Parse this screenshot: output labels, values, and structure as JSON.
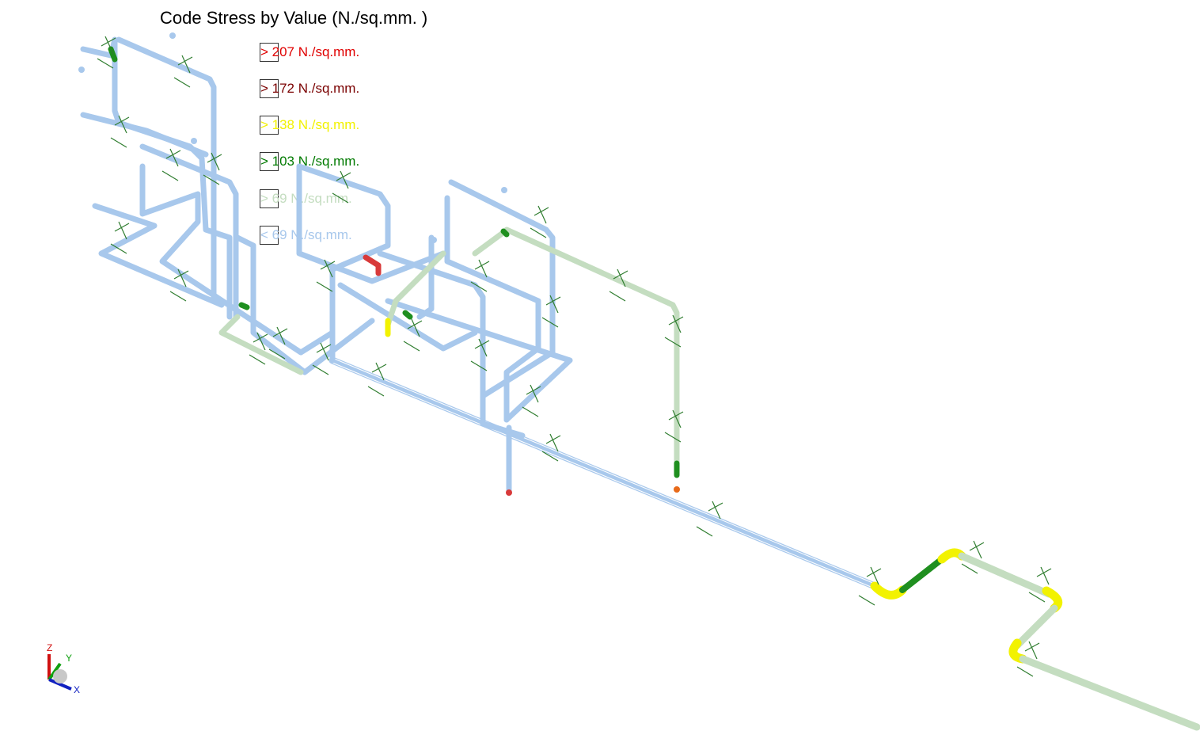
{
  "title": "Code Stress by Value (N./sq.mm. )",
  "legend": [
    {
      "label": "> 207 N./sq.mm.",
      "color": "#e00000"
    },
    {
      "label": "> 172 N./sq.mm.",
      "color": "#7a0000"
    },
    {
      "label": "> 138 N./sq.mm.",
      "color": "#f2f200"
    },
    {
      "label": "> 103 N./sq.mm.",
      "color": "#007a00"
    },
    {
      "label": "> 69 N./sq.mm.",
      "color": "#c4ddc0"
    },
    {
      "label": "< 69 N./sq.mm.",
      "color": "#a8c8ec"
    }
  ],
  "axes": {
    "x": "X",
    "y": "Y",
    "z": "Z"
  },
  "colors": {
    "pipe": "#a8c8ec",
    "pipe_light_green": "#c4ddc0",
    "pipe_green": "#1f8f1f",
    "pipe_yellow": "#f2f200",
    "pipe_red": "#d83a3a",
    "support": "#2f7d2f"
  }
}
